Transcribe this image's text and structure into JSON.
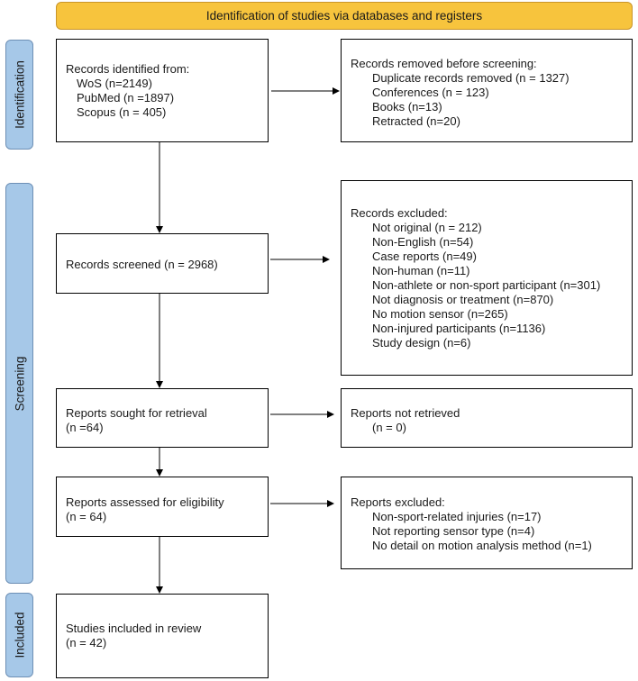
{
  "header": {
    "title": "Identification of studies via databases and registers"
  },
  "phases": {
    "identification": "Identification",
    "screening": "Screening",
    "included": "Included"
  },
  "records_identified": {
    "title": "Records identified from:",
    "items": [
      "WoS (n=2149)",
      "PubMed (n =1897)",
      "Scopus (n = 405)"
    ]
  },
  "records_removed": {
    "title": "Records removed before screening:",
    "items": [
      "Duplicate records removed (n = 1327)",
      "Conferences (n = 123)",
      "Books (n=13)",
      "Retracted (n=20)"
    ]
  },
  "records_screened": {
    "text": "Records screened (n = 2968)"
  },
  "records_excluded": {
    "title": "Records excluded:",
    "items": [
      "Not original (n = 212)",
      "Non-English (n=54)",
      "Case reports (n=49)",
      "Non-human (n=11)",
      "Non-athlete or non-sport participant (n=301)",
      "Not diagnosis or treatment (n=870)",
      "No motion sensor (n=265)",
      "Non-injured participants (n=1136)",
      "Study design (n=6)"
    ]
  },
  "reports_sought": {
    "line1": "Reports sought for retrieval",
    "line2": "(n =64)"
  },
  "reports_not_retrieved": {
    "title": "Reports not retrieved",
    "items": [
      "(n = 0)"
    ]
  },
  "reports_assessed": {
    "line1": "Reports assessed for eligibility",
    "line2": "(n = 64)"
  },
  "reports_excluded": {
    "title": "Reports excluded:",
    "items": [
      "Non-sport-related injuries (n=17)",
      "Not reporting sensor type (n=4)",
      "No detail on motion analysis method (n=1)"
    ]
  },
  "studies_included": {
    "line1": "Studies included in review",
    "line2": "(n = 42)"
  }
}
